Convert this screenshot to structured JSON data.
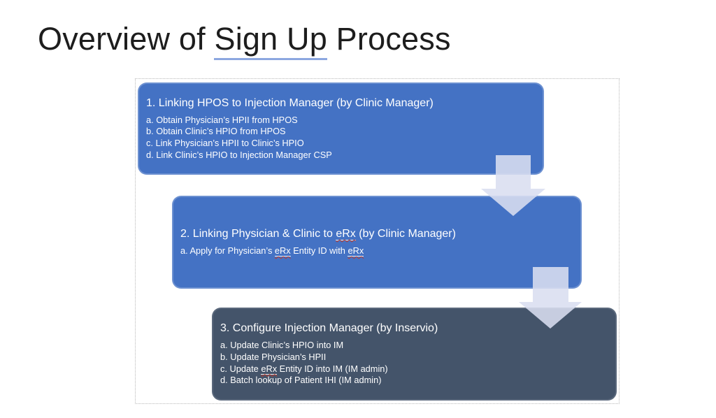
{
  "title": {
    "parts": [
      "Overview of ",
      "Sign Up",
      " Process"
    ]
  },
  "colors": {
    "box_blue": "#4472C4",
    "box_dark": "#44546A",
    "arrow": "#DADEF0",
    "title_underline": "#8CA7E0",
    "squiggle": "#C0392B"
  },
  "steps": [
    {
      "heading": [
        "1. Linking HPOS to Injection Manager (by Clinic Manager)"
      ],
      "items": [
        [
          "a. Obtain Physician’s HPII from HPOS"
        ],
        [
          "b. Obtain Clinic’s HPIO from HPOS"
        ],
        [
          "c. Link Physician’s HPII to Clinic’s HPIO"
        ],
        [
          "d. Link Clinic’s HPIO to Injection Manager CSP"
        ]
      ]
    },
    {
      "heading": [
        "2. Linking Physician & Clinic to ",
        "eRx",
        " (by Clinic Manager)"
      ],
      "items": [
        [
          "a. Apply for Physician’s ",
          "eRx",
          " Entity ID with ",
          "eRx"
        ]
      ]
    },
    {
      "heading": [
        "3. Configure Injection Manager (by Inservio)"
      ],
      "items": [
        [
          "a. Update Clinic’s HPIO into IM"
        ],
        [
          "b. Update Physician’s HPII"
        ],
        [
          "c. Update ",
          "eRx",
          " Entity ID into IM (IM admin)"
        ],
        [
          "d. Batch lookup of Patient IHI (IM admin)"
        ]
      ]
    }
  ]
}
